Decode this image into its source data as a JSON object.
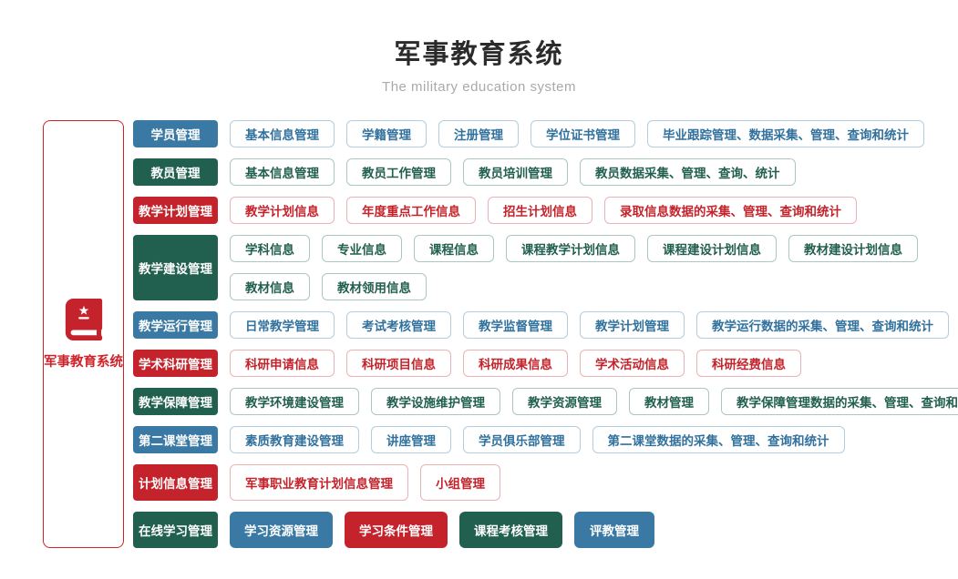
{
  "header": {
    "title": "军事教育系统",
    "subtitle": "The military education system"
  },
  "root": {
    "label": "军事教育系统",
    "icon": "book-star-icon"
  },
  "colors": {
    "blue": "#3979a3",
    "green": "#215f4e",
    "red": "#c4232b",
    "outline_blue_border": "#b3cddd",
    "outline_green_border": "#abc8bf",
    "outline_red_border": "#eab3b7",
    "root_border": "#cf2329",
    "subtitle_gray": "#a9a9a9"
  },
  "rows": [
    {
      "category": {
        "label": "学员管理",
        "color": "blue"
      },
      "size": "normal",
      "lines": [
        [
          {
            "label": "基本信息管理"
          },
          {
            "label": "学籍管理"
          },
          {
            "label": "注册管理"
          },
          {
            "label": "学位证书管理"
          },
          {
            "label": "毕业跟踪管理、数据采集、管理、查询和统计"
          }
        ]
      ]
    },
    {
      "category": {
        "label": "教员管理",
        "color": "green"
      },
      "size": "normal",
      "lines": [
        [
          {
            "label": "基本信息管理"
          },
          {
            "label": "教员工作管理"
          },
          {
            "label": "教员培训管理"
          },
          {
            "label": "教员数据采集、管理、查询、统计"
          }
        ]
      ]
    },
    {
      "category": {
        "label": "教学计划管理",
        "color": "red"
      },
      "size": "normal",
      "lines": [
        [
          {
            "label": "教学计划信息"
          },
          {
            "label": "年度重点工作信息"
          },
          {
            "label": "招生计划信息"
          },
          {
            "label": "录取信息数据的采集、管理、查询和统计"
          }
        ]
      ]
    },
    {
      "category": {
        "label": "教学建设管理",
        "color": "green"
      },
      "size": "normal",
      "lines": [
        [
          {
            "label": "学科信息"
          },
          {
            "label": "专业信息"
          },
          {
            "label": "课程信息"
          },
          {
            "label": "课程教学计划信息"
          },
          {
            "label": "课程建设计划信息"
          },
          {
            "label": "教材建设计划信息"
          }
        ],
        [
          {
            "label": "教材信息"
          },
          {
            "label": "教材领用信息"
          }
        ]
      ]
    },
    {
      "category": {
        "label": "教学运行管理",
        "color": "blue"
      },
      "size": "normal",
      "lines": [
        [
          {
            "label": "日常教学管理"
          },
          {
            "label": "考试考核管理"
          },
          {
            "label": "教学监督管理"
          },
          {
            "label": "教学计划管理"
          },
          {
            "label": "教学运行数据的采集、管理、查询和统计"
          }
        ]
      ]
    },
    {
      "category": {
        "label": "学术科研管理",
        "color": "red"
      },
      "size": "normal",
      "lines": [
        [
          {
            "label": "科研申请信息"
          },
          {
            "label": "科研项目信息"
          },
          {
            "label": "科研成果信息"
          },
          {
            "label": "学术活动信息"
          },
          {
            "label": "科研经费信息"
          }
        ]
      ]
    },
    {
      "category": {
        "label": "教学保障管理",
        "color": "green"
      },
      "size": "normal",
      "lines": [
        [
          {
            "label": "教学环境建设管理"
          },
          {
            "label": "教学设施维护管理"
          },
          {
            "label": "教学资源管理"
          },
          {
            "label": "教材管理"
          },
          {
            "label": "教学保障管理数据的采集、管理、查询和统计"
          }
        ]
      ]
    },
    {
      "category": {
        "label": "第二课堂管理",
        "color": "blue"
      },
      "size": "normal",
      "lines": [
        [
          {
            "label": "素质教育建设管理"
          },
          {
            "label": "讲座管理"
          },
          {
            "label": "学员俱乐部管理"
          },
          {
            "label": "第二课堂数据的采集、管理、查询和统计"
          }
        ]
      ]
    },
    {
      "category": {
        "label": "计划信息管理",
        "color": "red"
      },
      "size": "tall",
      "lines": [
        [
          {
            "label": "军事职业教育计划信息管理"
          },
          {
            "label": "小组管理"
          }
        ]
      ]
    },
    {
      "category": {
        "label": "在线学习管理",
        "color": "green"
      },
      "size": "tall",
      "lines": [
        [
          {
            "label": "学习资源管理",
            "variant": "filled",
            "color": "blue"
          },
          {
            "label": "学习条件管理",
            "variant": "filled",
            "color": "red"
          },
          {
            "label": "课程考核管理",
            "variant": "filled",
            "color": "green"
          },
          {
            "label": "评教管理",
            "variant": "filled",
            "color": "blue"
          }
        ]
      ]
    }
  ]
}
